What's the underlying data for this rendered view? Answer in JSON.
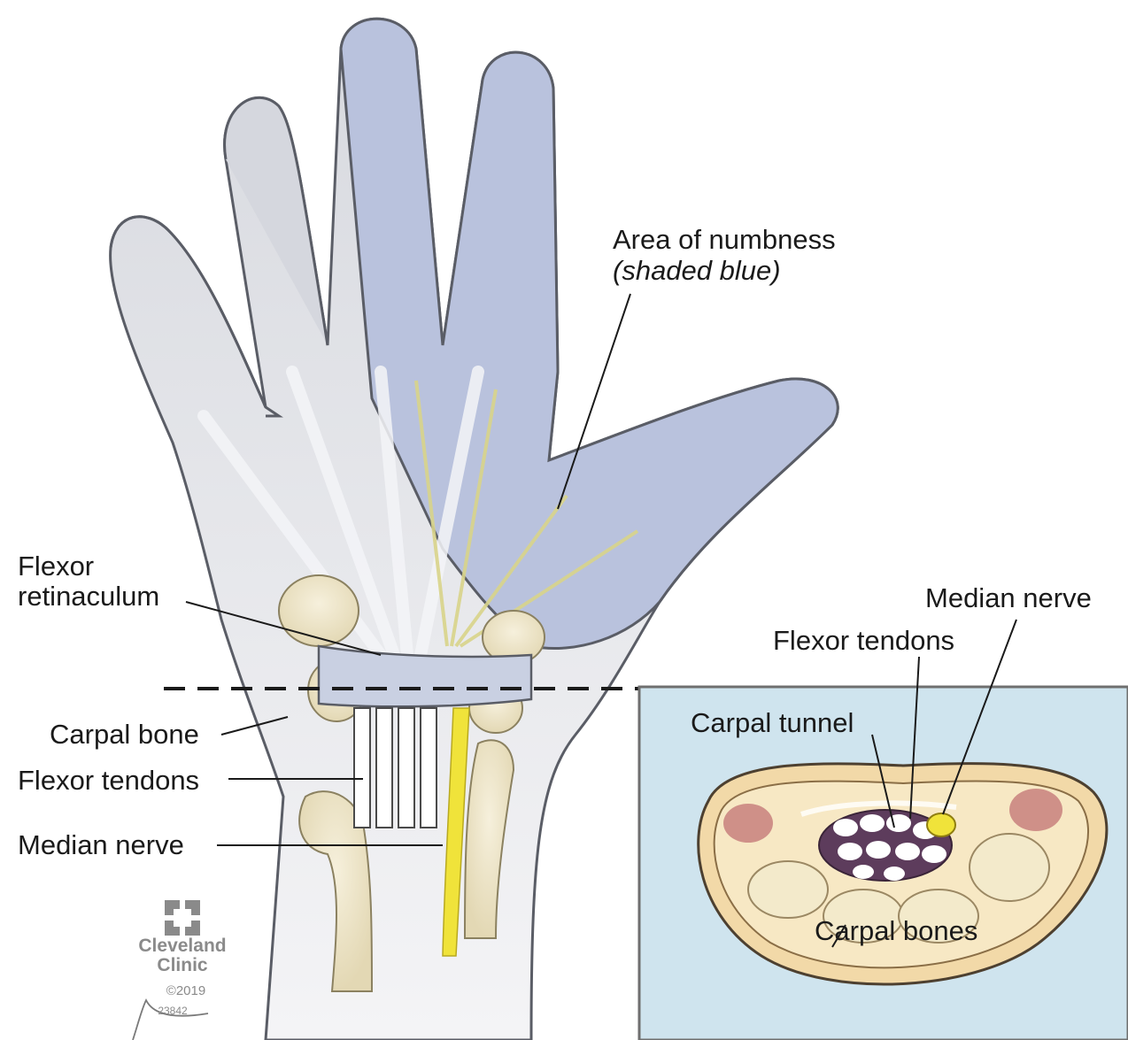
{
  "labels": {
    "numbness_line1": "Area of numbness",
    "numbness_line2": "(shaded blue)",
    "flexor_retinaculum_line1": "Flexor",
    "flexor_retinaculum_line2": "retinaculum",
    "carpal_bone": "Carpal bone",
    "flexor_tendons_left": "Flexor tendons",
    "median_nerve_left": "Median nerve",
    "median_nerve_inset": "Median nerve",
    "flexor_tendons_inset": "Flexor tendons",
    "carpal_tunnel": "Carpal tunnel",
    "carpal_bones": "Carpal bones"
  },
  "logo": {
    "line1": "Cleveland",
    "line2": "Clinic",
    "copyright": "©2019",
    "code": "23842"
  },
  "colors": {
    "numbness_blue": "#b9c2dd",
    "skin_gray": "#dcdde2",
    "nerve_yellow": "#f0e33a",
    "bone": "#efe6cc",
    "inset_background": "#cfe4ee",
    "outline": "#5a5d66"
  }
}
